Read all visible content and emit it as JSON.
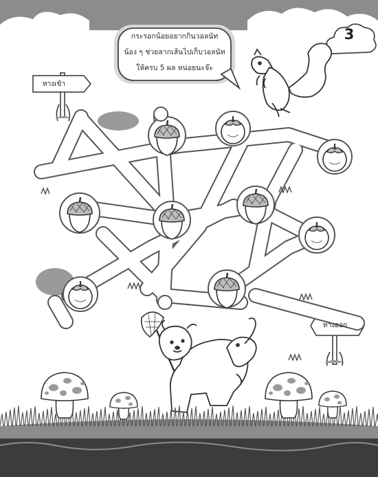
{
  "page_number": "3",
  "instructions": {
    "line1": "กระรอกน้อยอยากกินวอลนัท",
    "line2": "น้อง ๆ ช่วยลากเส้นไปเก็บวอลนัท",
    "line3": "ให้ครบ 5 ผล หน่อยนะจ๊ะ"
  },
  "signs": {
    "entrance": "ทางเข้า",
    "exit": "ทางออก"
  },
  "colors": {
    "background": "#ffffff",
    "dark_band": "#3c3c3c",
    "mid_gray": "#8c8c8c",
    "light_gray": "#d8d8d8",
    "outline": "#4a4a4a"
  },
  "icons": [
    "squirrel-icon",
    "acorn-icon",
    "mangosteen-icon",
    "elephant-icon",
    "mushroom-icon",
    "signpost-icon",
    "butterfly-net-icon"
  ]
}
